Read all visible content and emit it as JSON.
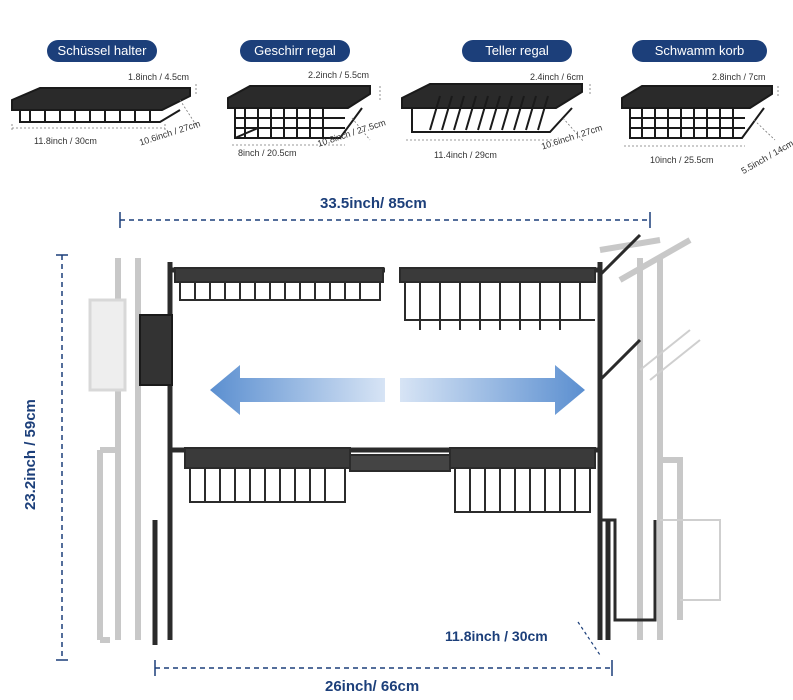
{
  "baskets": [
    {
      "name": "Schüssel halter",
      "height": "1.8inch / 4.5cm",
      "width": "11.8inch / 30cm",
      "depth": "10.6inch / 27cm"
    },
    {
      "name": "Geschirr regal",
      "height": "2.2inch / 5.5cm",
      "width": "8inch / 20.5cm",
      "depth": "10.8inch / 27.5cm"
    },
    {
      "name": "Teller regal",
      "height": "2.4inch / 6cm",
      "width": "11.4inch / 29cm",
      "depth": "10.6inch / 27cm"
    },
    {
      "name": "Schwamm korb",
      "height": "2.8inch / 7cm",
      "width": "10inch / 25.5cm",
      "depth": "5.5inch / 14cm"
    }
  ],
  "rack": {
    "max_width": "33.5inch/ 85cm",
    "height": "23.2inch / 59cm",
    "depth": "11.8inch / 30cm",
    "min_width": "26inch/ 66cm"
  },
  "colors": {
    "label_bg": "#1c3f7a",
    "dimension_text": "#1c3f7a",
    "rack_dark": "#2b2b2b",
    "rack_ghost": "#c8c8c8",
    "arrow": "#5b8fd0"
  }
}
